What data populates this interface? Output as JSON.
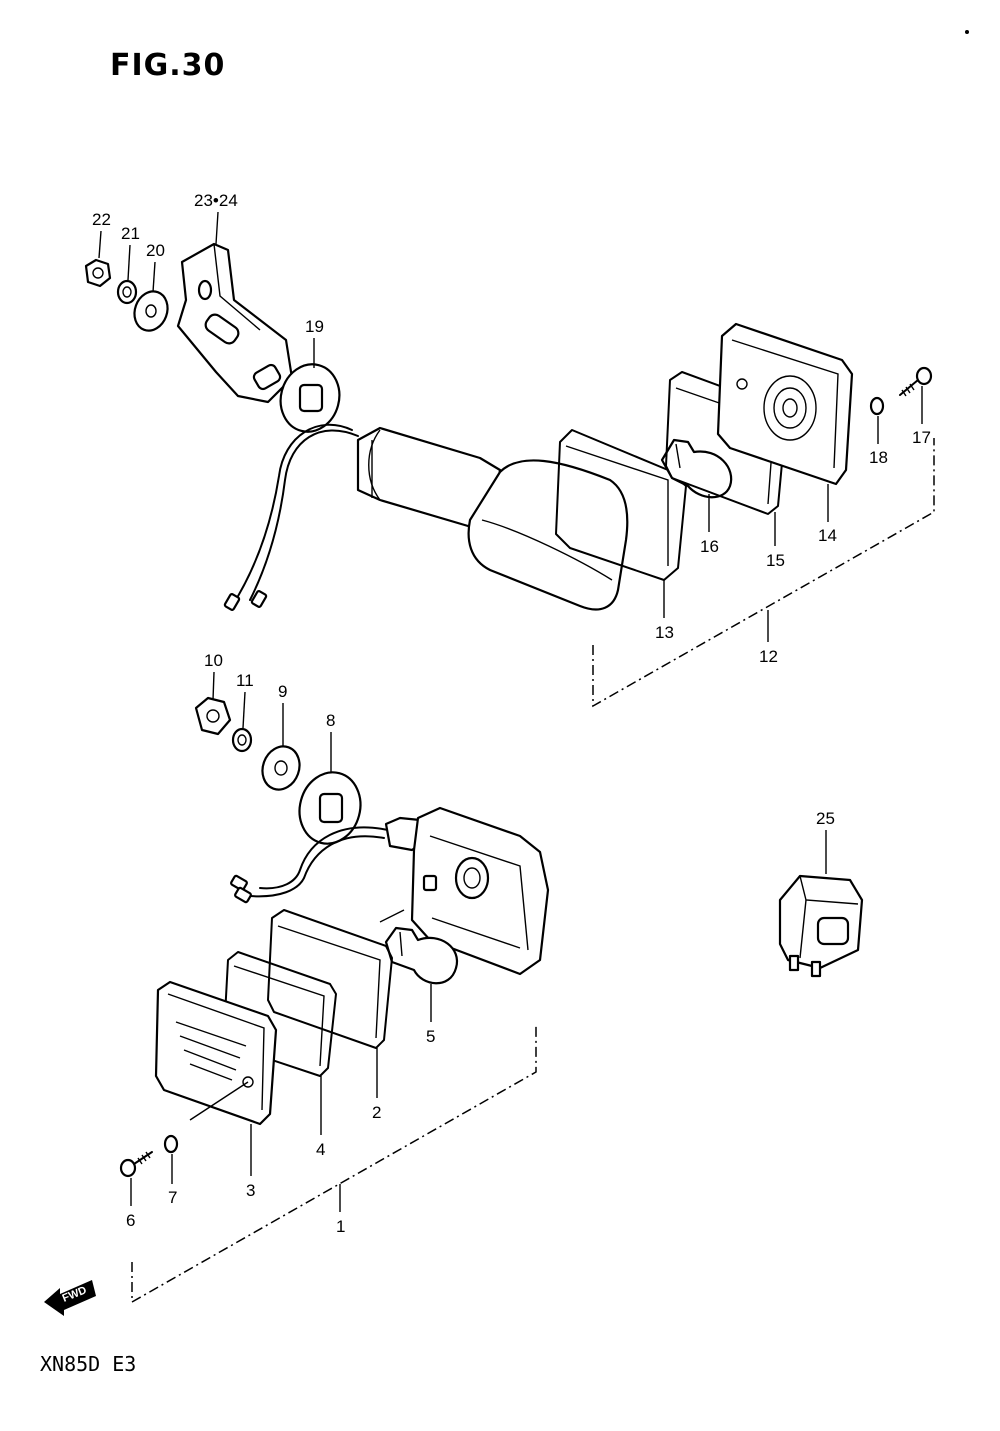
{
  "title": "FIG.30",
  "footer": "XN85D E3",
  "fwd_label": "FWD",
  "callouts": {
    "p1": "1",
    "p2": "2",
    "p3": "3",
    "p4": "4",
    "p5": "5",
    "p6": "6",
    "p7": "7",
    "p8": "8",
    "p9": "9",
    "p10": "10",
    "p11": "11",
    "p12": "12",
    "p13": "13",
    "p14": "14",
    "p15": "15",
    "p16": "16",
    "p17": "17",
    "p18": "18",
    "p19": "19",
    "p20": "20",
    "p21": "21",
    "p22": "22",
    "p23_24": "23•24",
    "p25": "25"
  }
}
